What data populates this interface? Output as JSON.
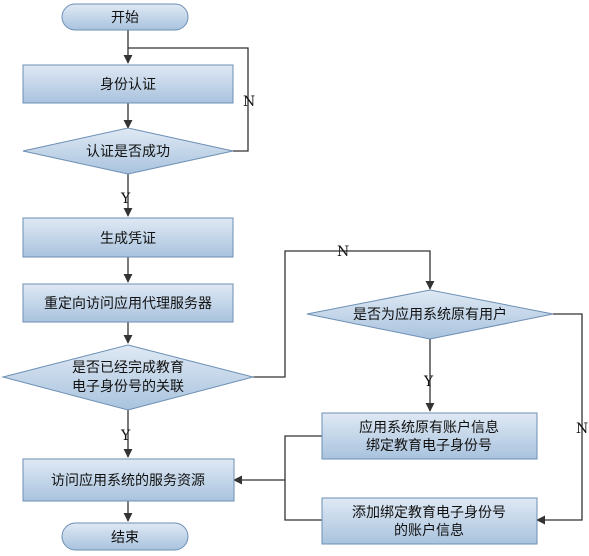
{
  "nodes": {
    "start": "开始",
    "auth": "身份认证",
    "auth_ok": "认证是否成功",
    "gen_cred": "生成凭证",
    "redirect": "重定向访问应用代理服务器",
    "linked_1": "是否已经完成教育",
    "linked_2": "电子身份号的关联",
    "is_user": "是否为应用系统原有用户",
    "bind_1": "应用系统原有账户信息",
    "bind_2": "绑定教育电子身份号",
    "add_1": "添加绑定教育电子身份号",
    "add_2": "的账户信息",
    "access": "访问应用系统的服务资源",
    "end": "结束"
  },
  "edge_labels": {
    "auth_no": "N",
    "auth_yes": "Y",
    "linked_no": "N",
    "linked_yes": "Y",
    "user_yes": "Y",
    "user_no": "N"
  },
  "colors": {
    "box_fill_top": "#dfe9f4",
    "box_fill_bottom": "#a9c3de",
    "stroke": "#6d8fb5",
    "line": "#333333"
  }
}
